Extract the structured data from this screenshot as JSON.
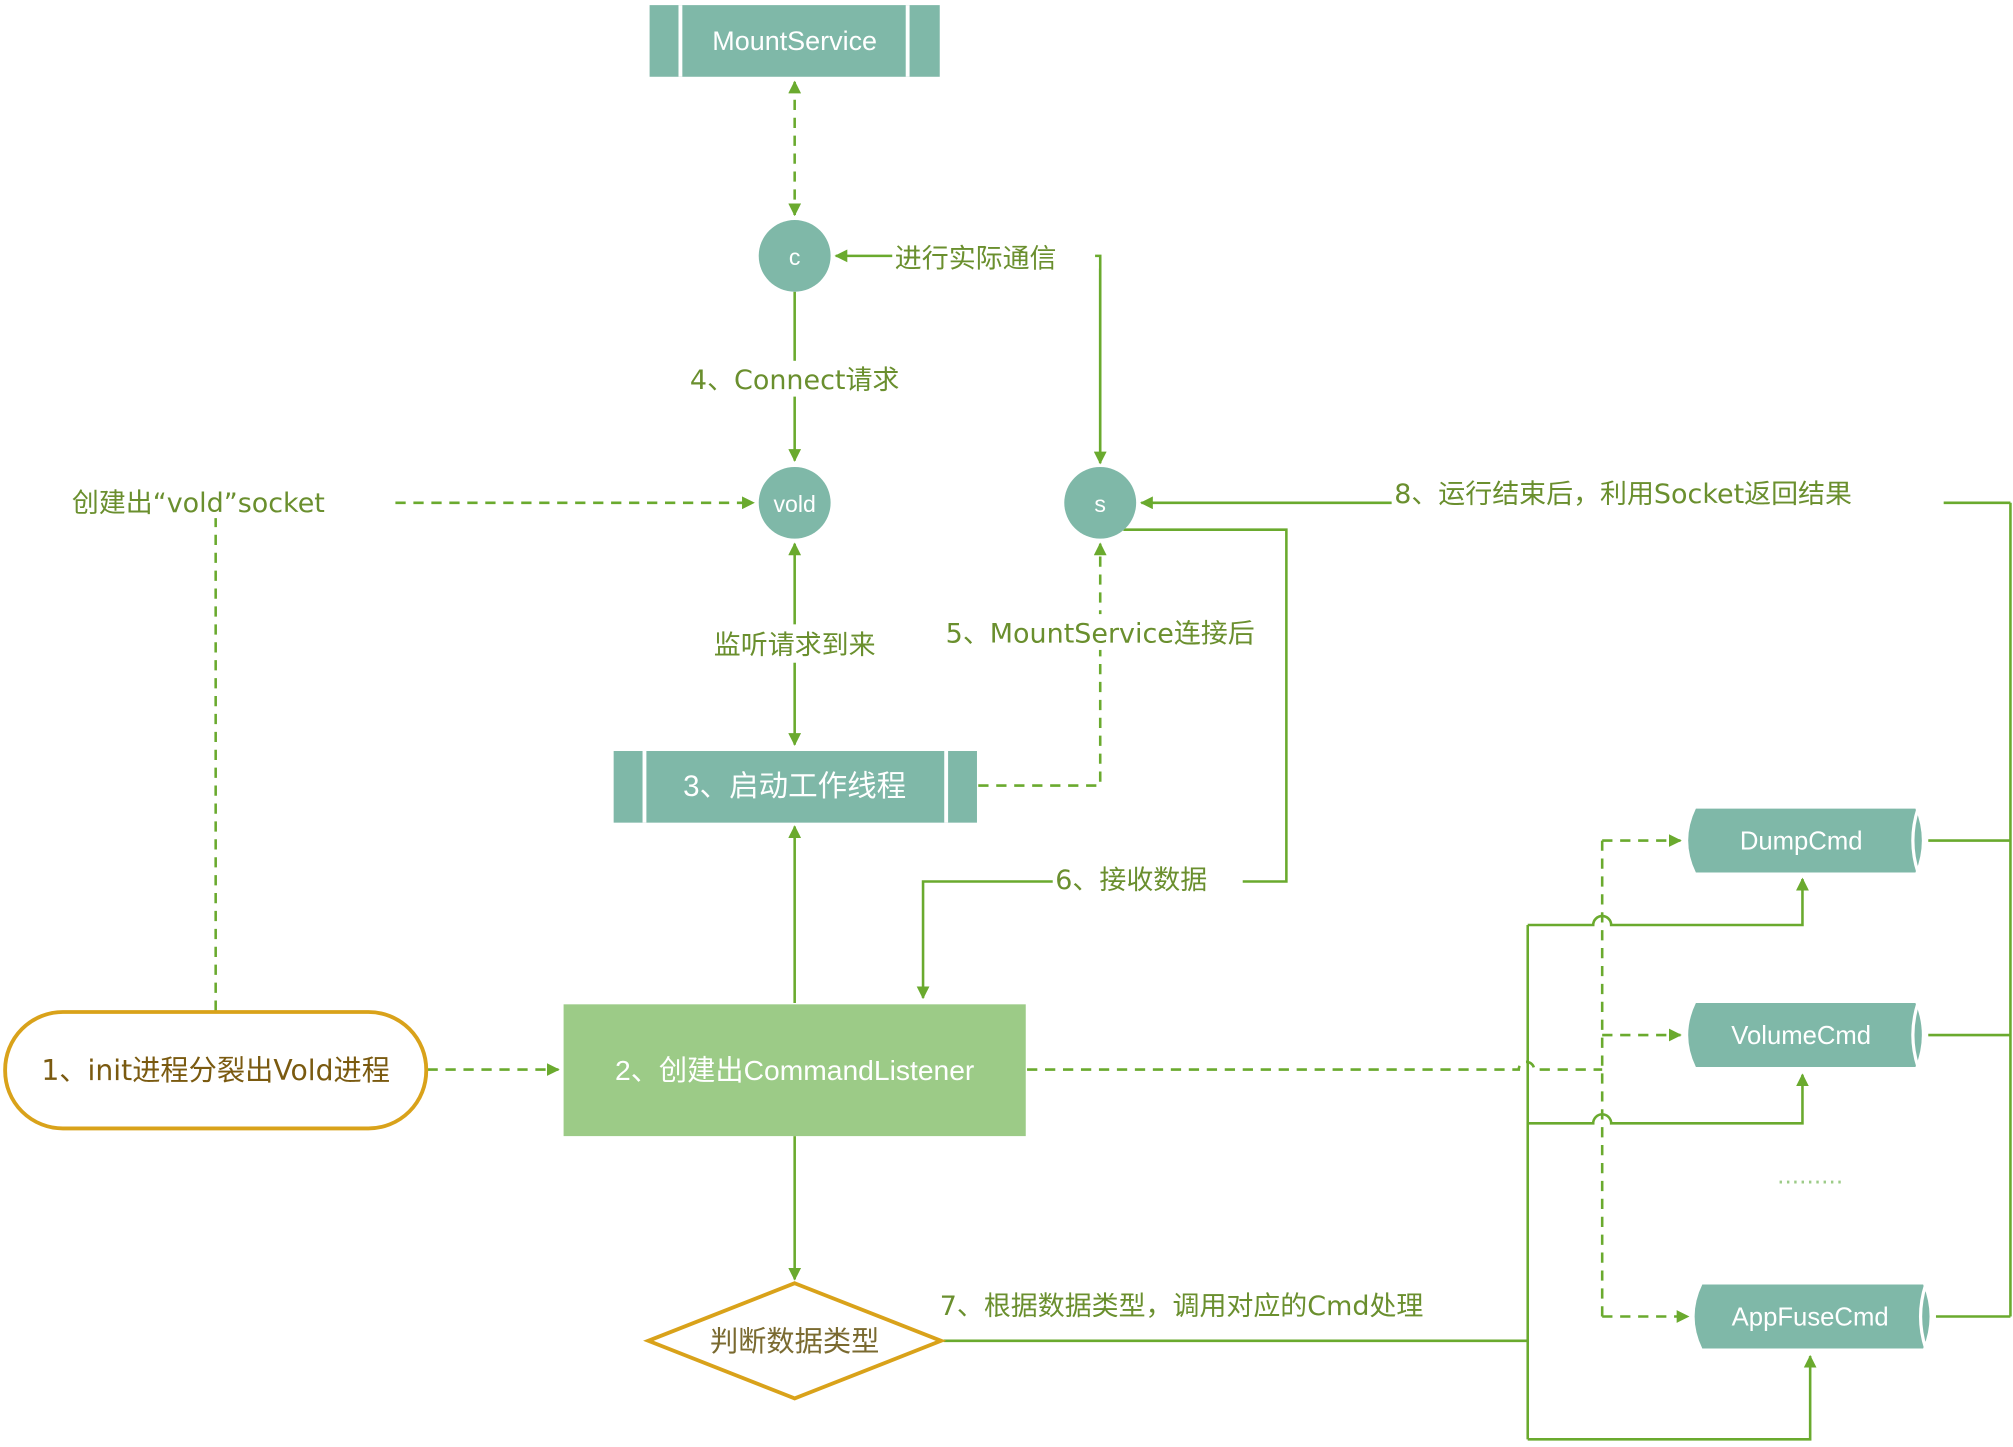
{
  "colors": {
    "teal_node": "#7fb8a8",
    "green_process": "#9ccb87",
    "arrow_green": "#6aaa2e",
    "start_border": "#d9a21a",
    "decision_border": "#d9a21a",
    "label_text": "#6a8f2e"
  },
  "nodes": {
    "mount_service": "MountService",
    "client_socket": "c",
    "vold_socket": "vold",
    "server_socket": "s",
    "start": "1、init进程分裂出Vold进程",
    "command_listener": "2、创建出CommandListener",
    "worker_thread": "3、启动工作线程",
    "decision": "判断数据类型",
    "dump_cmd": "DumpCmd",
    "volume_cmd": "VolumeCmd",
    "appfuse_cmd": "AppFuseCmd",
    "ellipsis": "·········"
  },
  "edge_labels": {
    "actual_comm": "进行实际通信",
    "connect_request": "4、Connect请求",
    "create_socket": "创建出“vold”socket",
    "listen_request": "监听请求到来",
    "after_connect": "5、MountService连接后",
    "return_result": "8、运行结束后，利用Socket返回结果",
    "receive_data": "6、接收数据",
    "dispatch_cmd": "7、根据数据类型，调用对应的Cmd处理"
  }
}
